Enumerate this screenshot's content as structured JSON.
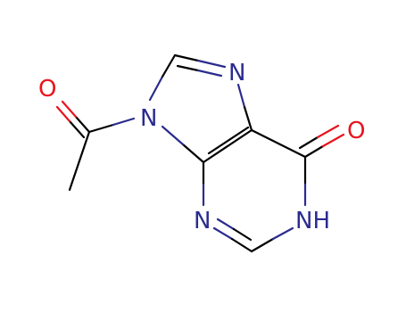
{
  "molecule": {
    "atoms": {
      "n7": "N",
      "n9": "N",
      "n3": "N",
      "n1h": "NH",
      "o_acetyl": "O",
      "o_carbonyl": "O"
    },
    "colors": {
      "carbon_bond": "#000000",
      "nitrogen": "#2b2b8f",
      "oxygen": "#e8141e"
    }
  }
}
